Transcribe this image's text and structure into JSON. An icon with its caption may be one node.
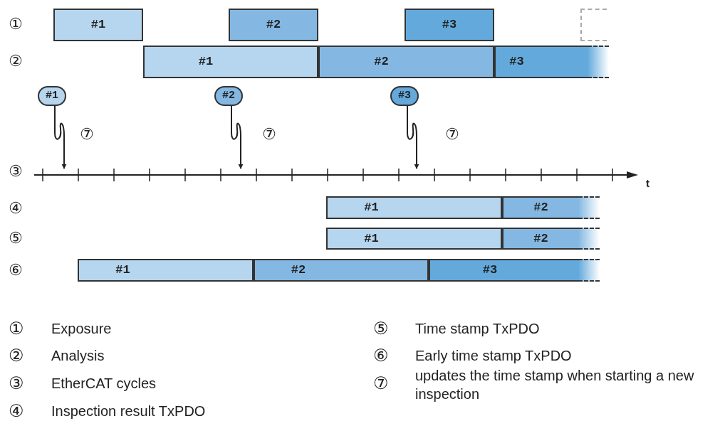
{
  "diagram": {
    "nodes": [
      {
        "text": [
          "#1"
        ]
      },
      {
        "text": [
          "#2"
        ]
      },
      {
        "text": [
          "#3"
        ]
      },
      {
        "text": [],
        "shape": "box"
      },
      {
        "text": [
          "#1"
        ]
      },
      {
        "text": [
          "#2"
        ]
      },
      {
        "text": [
          "#3"
        ]
      },
      {
        "text": [
          "#1"
        ]
      },
      {
        "text": [
          "#2"
        ]
      },
      {
        "text": [
          "#3"
        ]
      },
      {
        "text": [
          "#1"
        ]
      },
      {
        "text": [
          "#2"
        ]
      },
      {
        "text": [
          "#1"
        ]
      },
      {
        "text": [
          "#2"
        ]
      },
      {
        "text": [
          "#1"
        ]
      },
      {
        "text": [
          "#2"
        ]
      },
      {
        "text": [
          "#3"
        ]
      },
      {
        "text": [],
        "shape": "line"
      }
    ],
    "edges": [
      {
        "from": 7,
        "to": 17,
        "arrow": "to"
      },
      {
        "from": 8,
        "to": 17,
        "arrow": "to"
      },
      {
        "from": 9,
        "to": 17,
        "arrow": "to"
      }
    ],
    "labels": [
      "①",
      "②",
      "⑦",
      "⑦",
      "⑦",
      "③",
      "t",
      "④",
      "⑤",
      "⑥",
      "①",
      "Exposure",
      "②",
      "Analysis",
      "③",
      "EtherCAT cycles",
      "④",
      "Inspection result TxPDO",
      "⑤",
      "Time stamp TxPDO",
      "⑥",
      "Early time stamp TxPDO",
      "⑦",
      "updates the time stamp when starting a new inspection"
    ]
  }
}
